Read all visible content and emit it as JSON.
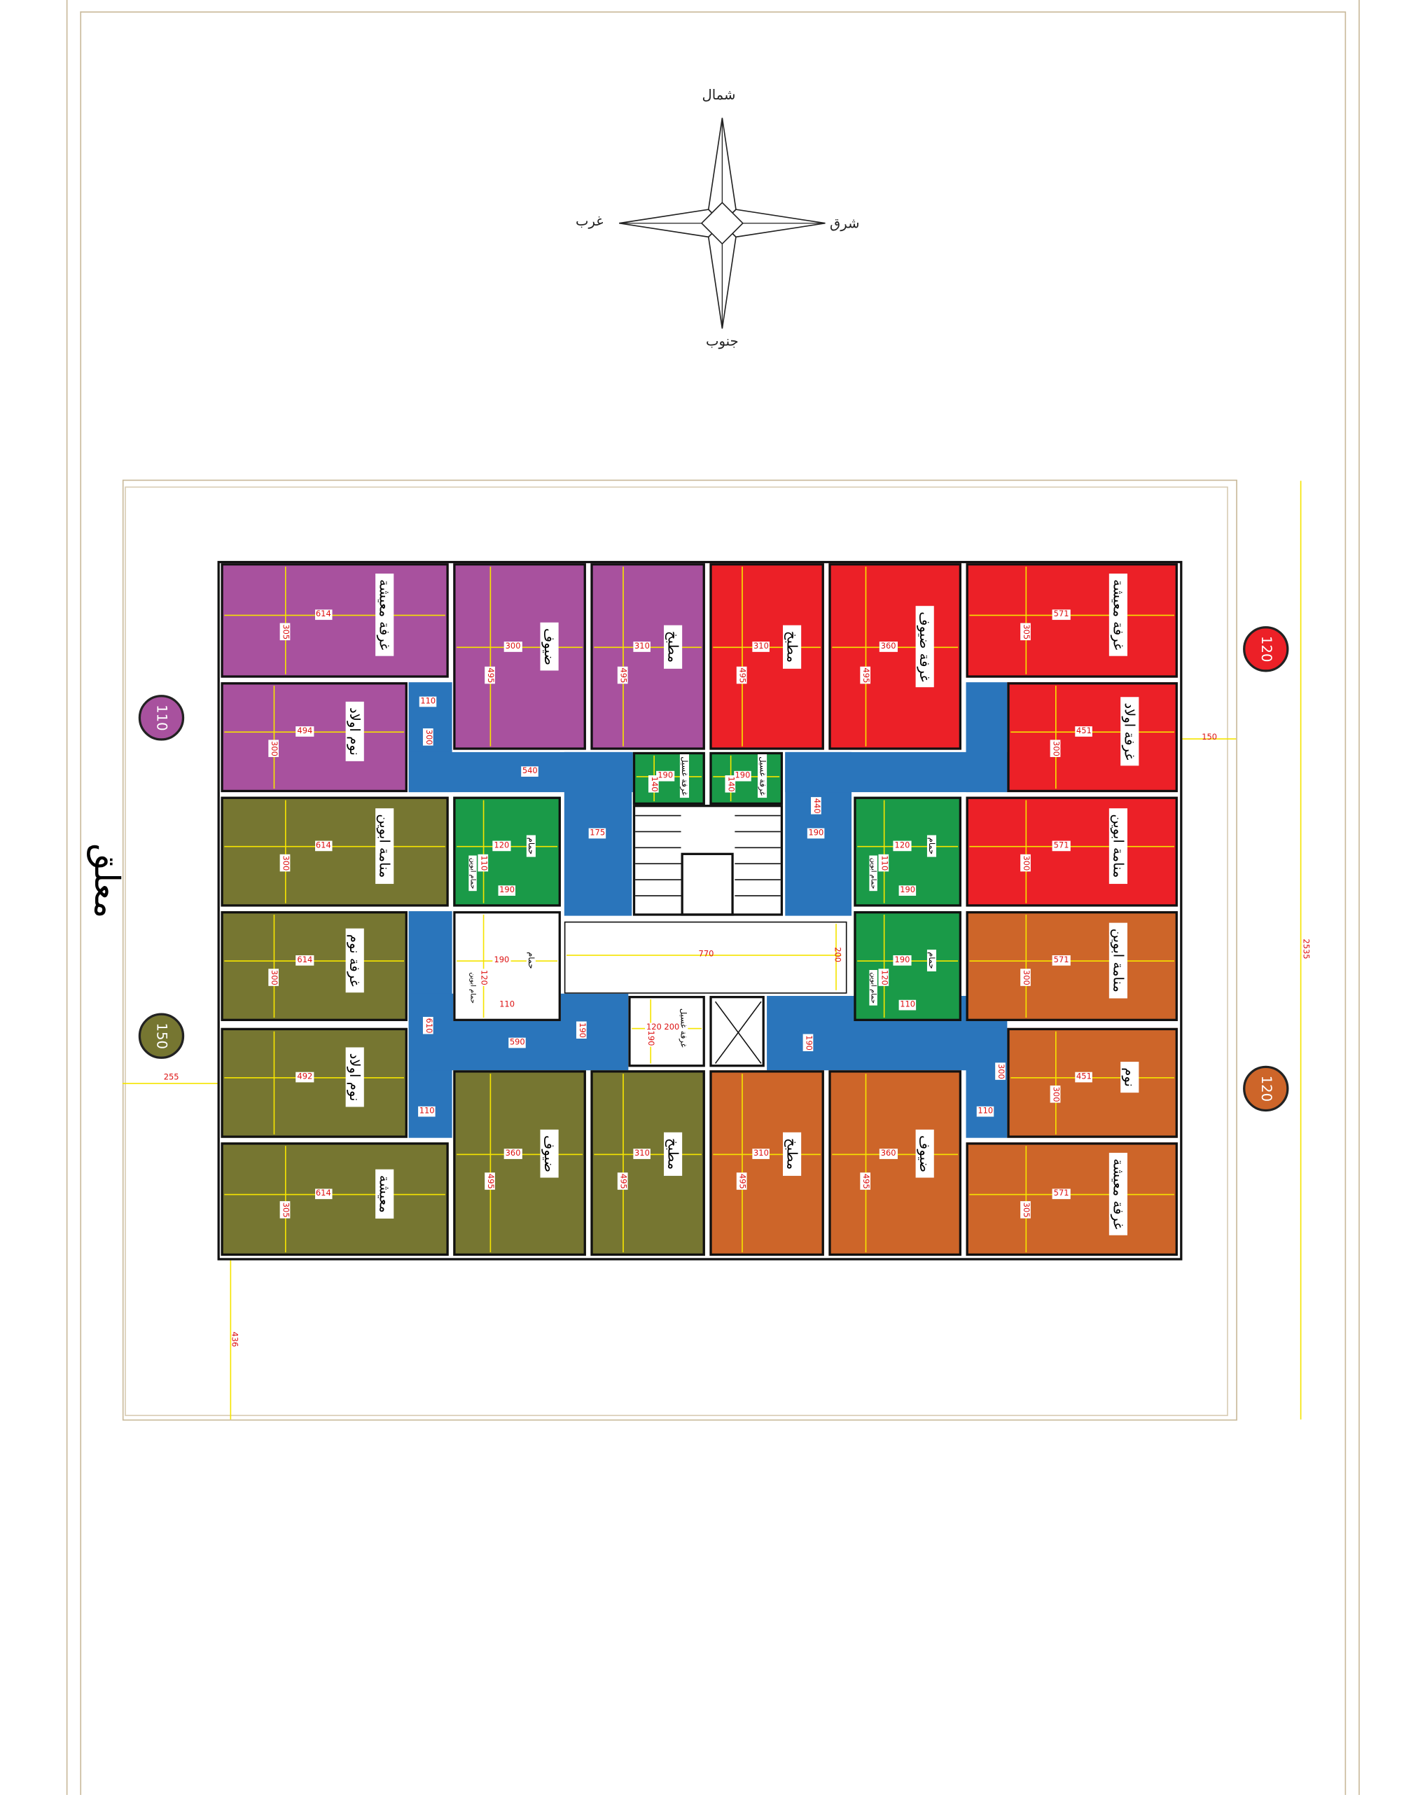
{
  "compass": {
    "north": "شمال",
    "south": "جنوب",
    "east": "شرق",
    "west": "غرب"
  },
  "side_label": "معلق",
  "unit_badges": [
    {
      "value": "110",
      "color": "#a8519e"
    },
    {
      "value": "150",
      "color": "#767631"
    },
    {
      "value": "120",
      "color": "#ec2027"
    },
    {
      "value": "120",
      "color": "#cd6529"
    }
  ],
  "site_dims": {
    "right_offset": "150",
    "total_height": "2535",
    "left_offset": "255",
    "bottom_offset": "436"
  },
  "colors": {
    "purple": "#a8519e",
    "red": "#ec2027",
    "olive": "#767631",
    "orange": "#cd6529",
    "wet": "#1a9a48",
    "corridor": "#2a75bb",
    "white": "#ffffff"
  },
  "rooms": [
    {
      "name": "غرفة معيشة",
      "dims": [
        "614",
        "305"
      ],
      "color": "purple"
    },
    {
      "name": "ضيوف",
      "dims": [
        "300",
        "495"
      ],
      "color": "purple"
    },
    {
      "name": "مطبخ",
      "dims": [
        "310",
        "495"
      ],
      "color": "purple"
    },
    {
      "name": "مطبخ",
      "dims": [
        "310",
        "495"
      ],
      "color": "red"
    },
    {
      "name": "غرفة ضيوف",
      "dims": [
        "360",
        "495"
      ],
      "color": "red"
    },
    {
      "name": "غرفة معيشة",
      "dims": [
        "571",
        "305"
      ],
      "color": "red"
    },
    {
      "name": "نوم اولاد",
      "dims": [
        "494",
        "300"
      ],
      "color": "purple"
    },
    {
      "name": "غرفة اولاد",
      "dims": [
        "451",
        "300"
      ],
      "color": "red"
    },
    {
      "name": "منامة ابوين",
      "dims": [
        "614",
        "300"
      ],
      "color": "olive"
    },
    {
      "name": "منامة ابوين",
      "dims": [
        "571",
        "300"
      ],
      "color": "red"
    },
    {
      "name": "غرفة نوم",
      "dims": [
        "614",
        "300"
      ],
      "color": "olive"
    },
    {
      "name": "منامة ابوين",
      "dims": [
        "571",
        "300"
      ],
      "color": "orange"
    },
    {
      "name": "نوم اولاد",
      "dims": [
        "492"
      ],
      "color": "olive"
    },
    {
      "name": "نوم",
      "dims": [
        "451",
        "300"
      ],
      "color": "orange"
    },
    {
      "name": "معيشة",
      "dims": [
        "614",
        "305"
      ],
      "color": "olive"
    },
    {
      "name": "ضيوف",
      "dims": [
        "360",
        "495"
      ],
      "color": "olive"
    },
    {
      "name": "مطبخ",
      "dims": [
        "310",
        "495"
      ],
      "color": "olive"
    },
    {
      "name": "مطبخ",
      "dims": [
        "310",
        "495"
      ],
      "color": "orange"
    },
    {
      "name": "ضيوف",
      "dims": [
        "360",
        "495"
      ],
      "color": "orange"
    },
    {
      "name": "غرفة معيشة",
      "dims": [
        "571",
        "305"
      ],
      "color": "orange"
    },
    {
      "name": "غرفة غسيل",
      "dims": [
        "190",
        "140"
      ],
      "color": "wet"
    },
    {
      "name": "غرفة غسيل",
      "dims": [
        "190",
        "140"
      ],
      "color": "wet"
    },
    {
      "name": "حمام",
      "sub": "حمام ابوين",
      "dims": [
        "120",
        "110",
        "190"
      ],
      "color": "wet"
    },
    {
      "name": "حمام",
      "sub": "حمام ابوين",
      "dims": [
        "120",
        "110",
        "190"
      ],
      "color": "wet"
    },
    {
      "name": "حمام",
      "sub": "حمام ابوين",
      "dims": [
        "190",
        "120",
        "110"
      ],
      "color": "white"
    },
    {
      "name": "حمام",
      "sub": "حمام ابوين",
      "dims": [
        "190",
        "120",
        "110"
      ],
      "color": "wet"
    },
    {
      "name": "غرفة غسيل",
      "dims": [
        "120 200",
        "190"
      ],
      "color": "white"
    }
  ],
  "corridor_dims": [
    "110",
    "300",
    "540",
    "175",
    "440",
    "190",
    "610",
    "590",
    "190",
    "190",
    "300",
    "110",
    "110"
  ],
  "lobby_dims": [
    "770",
    "200"
  ]
}
